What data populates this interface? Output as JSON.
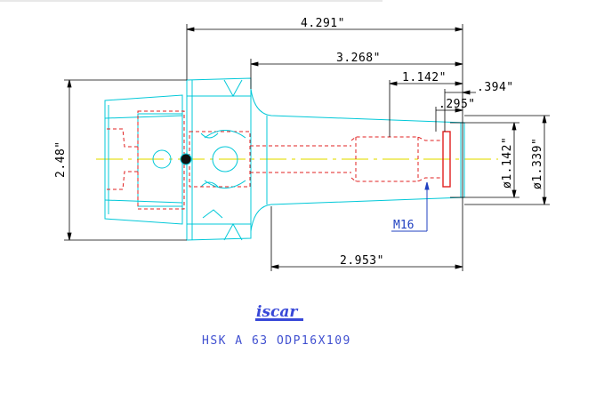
{
  "dimensions": {
    "overall_length": "4.291\"",
    "flange_to_end": "3.268\"",
    "bore_depth": "1.142\"",
    "face_offset": ".394\"",
    "small_offset": ".295\"",
    "body_length": "2.953\"",
    "flange_diameter": "2.48\"",
    "bore_diameter": "ø1.142\"",
    "nose_diameter": "ø1.339\""
  },
  "thread_label": "M16",
  "brand": "iscar",
  "designation": "HSK A 63 ODP16X109",
  "colors": {
    "outline": "#00c8d8",
    "hidden": "#e02020",
    "dimension": "#000000",
    "centerline": "#e8e020",
    "label": "#2040c0"
  }
}
